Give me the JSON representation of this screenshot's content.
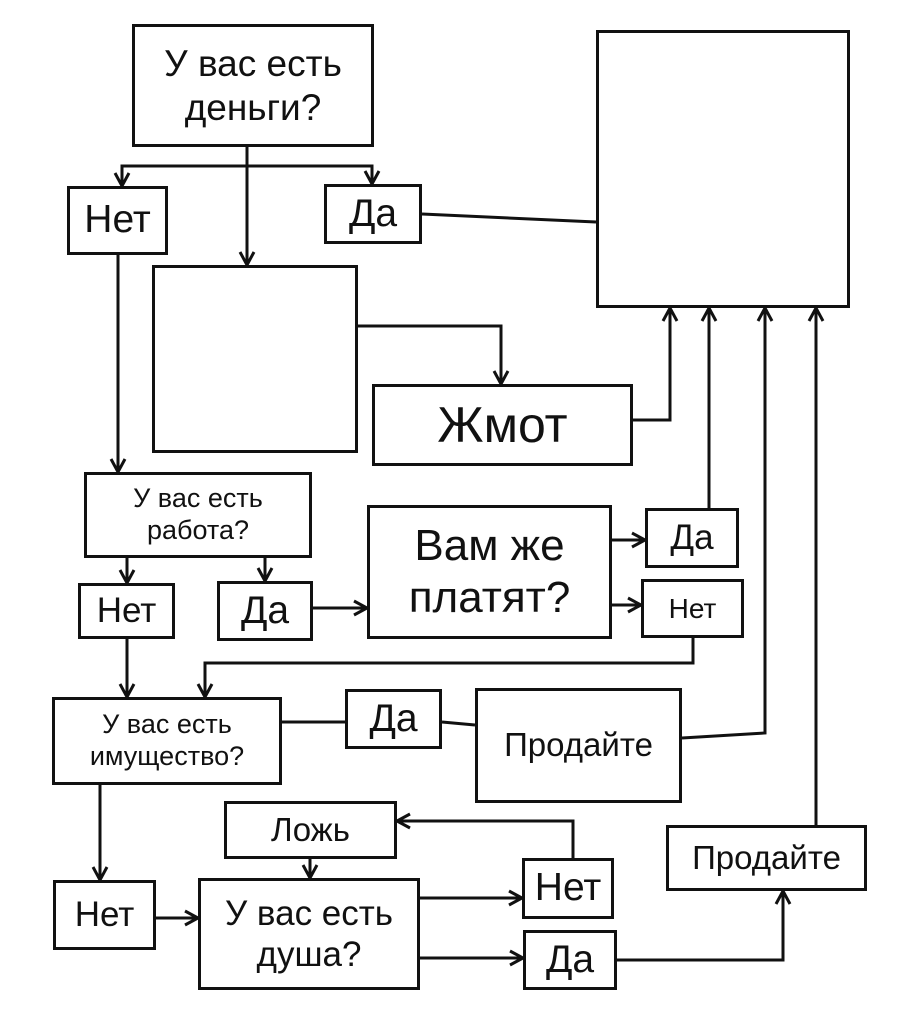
{
  "colors": {
    "stroke": "#111111",
    "background": "#ffffff"
  },
  "nodes": {
    "q_money": "У вас есть\nденьги?",
    "money_no": "Нет",
    "money_yes": "Да",
    "zhmot": "Жмот",
    "q_job": "У вас есть\nработа?",
    "job_no": "Нет",
    "job_yes": "Да",
    "q_paid": "Вам же\nплатят?",
    "paid_yes": "Да",
    "paid_no": "Нет",
    "q_property": "У вас есть\nимущество?",
    "property_yes": "Да",
    "sell_1": "Продайте",
    "lie": "Ложь",
    "property_no": "Нет",
    "q_soul": "У вас есть\nдуша?",
    "soul_no": "Нет",
    "soul_yes": "Да",
    "sell_2": "Продайте"
  }
}
